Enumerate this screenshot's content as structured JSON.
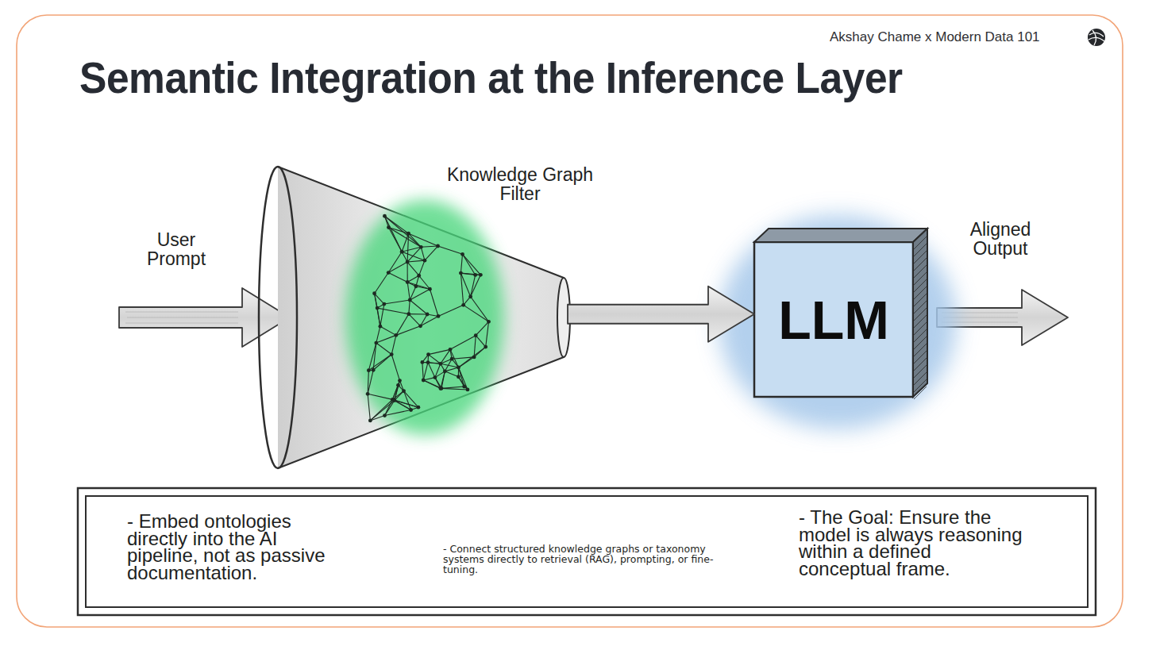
{
  "diagram": {
    "title": "Semantic Integration at the Inference Layer",
    "nodes": [
      {
        "text": [
          "Knowledge Graph Filter"
        ]
      },
      {
        "text": [
          "LLM"
        ]
      },
      {
        "text": [
          "- Embed ontologies directly into the AI pipeline, not as passive documentation.",
          "- Connect structured knowledge graphs or taxonomy systems directly to retrieval (RAG), prompting, or fine-tuning.",
          "- The Goal: Ensure the model is always reasoning within a defined conceptual frame."
        ]
      }
    ],
    "edges": [
      {
        "from": 0,
        "to": 1,
        "arrow": "to"
      }
    ],
    "labels": [
      "Akshay Chame x Modern Data 101",
      "User Prompt",
      "Aligned Output"
    ]
  }
}
